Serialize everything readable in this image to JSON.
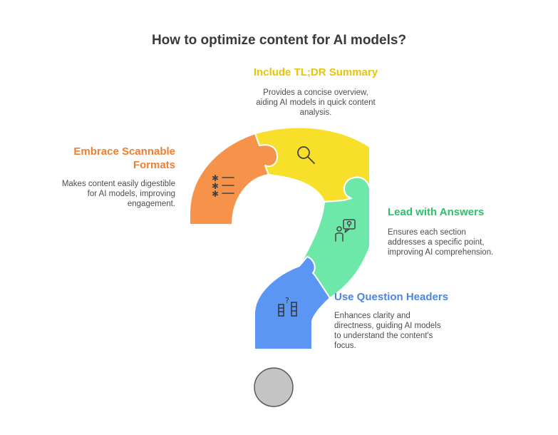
{
  "title": "How to optimize content for AI models?",
  "colors": {
    "orange": "#F7924A",
    "yellow": "#F8DF2A",
    "green": "#6DE8A8",
    "blue": "#5B96F5",
    "gray": "#C4C4C4"
  },
  "steps": [
    {
      "id": "tldr",
      "heading": "Include TL;DR Summary",
      "description_lines": [
        "Provides a concise overview,",
        "aiding AI models in quick content",
        "analysis."
      ],
      "color": "#E8C40A",
      "icon": "magnifier-icon"
    },
    {
      "id": "scannable",
      "heading_lines": [
        "Embrace Scannable",
        "Formats"
      ],
      "description_lines": [
        "Makes content easily digestible",
        "for AI models, improving",
        "engagement."
      ],
      "color": "#EE8033",
      "icon": "checklist-icon"
    },
    {
      "id": "answers",
      "heading": "Lead with Answers",
      "description_lines": [
        "Ensures each section",
        "addresses a specific point,",
        "improving AI comprehension."
      ],
      "color": "#2FBF6A",
      "icon": "person-idea-icon"
    },
    {
      "id": "questions",
      "heading": "Use Question Headers",
      "description_lines": [
        "Enhances clarity and",
        "directness, guiding AI models",
        "to understand the content's",
        "focus."
      ],
      "color": "#4A86E4",
      "icon": "question-columns-icon"
    }
  ]
}
